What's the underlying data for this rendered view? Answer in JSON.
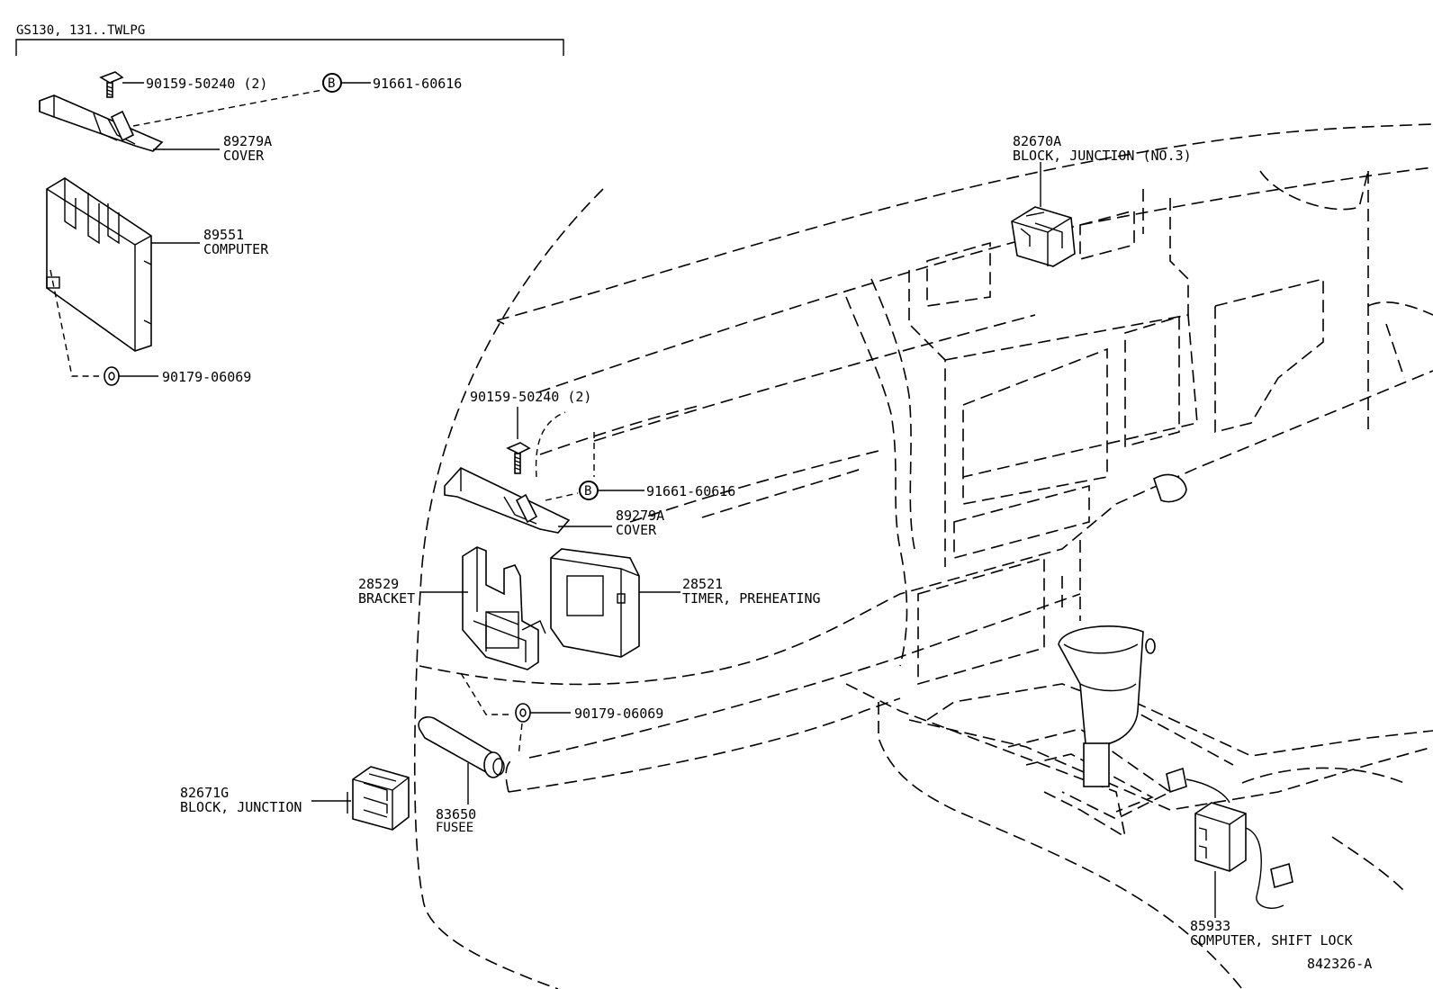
{
  "header": {
    "applicability": "GS130, 131..TWLPG"
  },
  "callouts": {
    "inset_bolt": "90159-50240 (2)",
    "inset_b_clip": "91661-60616",
    "inset_cover_no": "89279A",
    "inset_cover_name": "COVER",
    "inset_computer_no": "89551",
    "inset_computer_name": "COMPUTER",
    "inset_nut": "90179-06069",
    "jb3_no": "82670A",
    "jb3_name": "BLOCK, JUNCTION (NO.3)",
    "main_bolt": "90159-50240 (2)",
    "main_b_clip": "91661-60616",
    "main_cover_no": "89279A",
    "main_cover_name": "COVER",
    "bracket_no": "28529",
    "bracket_name": "BRACKET",
    "timer_no": "28521",
    "timer_name": "TIMER, PREHEATING",
    "main_nut": "90179-06069",
    "jb_no": "82671G",
    "jb_name": "BLOCK, JUNCTION",
    "fusee_no": "83650",
    "fusee_name": "FUSEE",
    "shiftlock_no": "85933",
    "shiftlock_name": "COMPUTER, SHIFT LOCK",
    "b_marker": "B"
  },
  "footer": {
    "illustration_no": "842326-A"
  }
}
